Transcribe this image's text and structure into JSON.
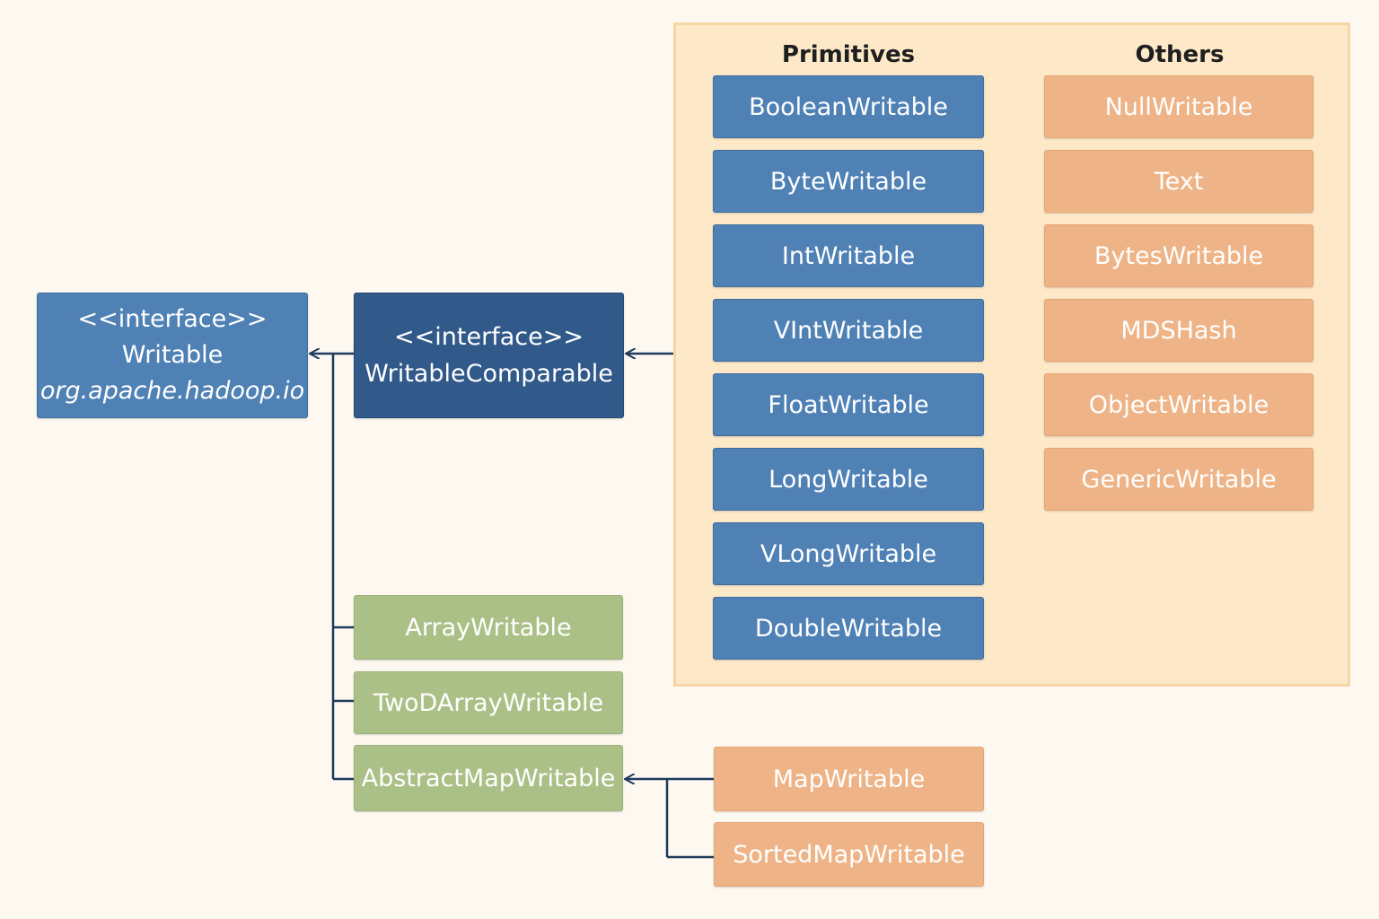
{
  "writable": {
    "stereotype": "<<interface>>",
    "name": "Writable",
    "package": "org.apache.hadoop.io"
  },
  "writable_comparable": {
    "stereotype": "<<interface>>",
    "name": "WritableComparable"
  },
  "primitives": {
    "heading": "Primitives",
    "items": [
      "BooleanWritable",
      "ByteWritable",
      "IntWritable",
      "VIntWritable",
      "FloatWritable",
      "LongWritable",
      "VLongWritable",
      "DoubleWritable"
    ]
  },
  "others": {
    "heading": "Others",
    "items": [
      "NullWritable",
      "Text",
      "BytesWritable",
      "MDSHash",
      "ObjectWritable",
      "GenericWritable"
    ]
  },
  "collections": {
    "items": [
      "ArrayWritable",
      "TwoDArrayWritable",
      "AbstractMapWritable"
    ]
  },
  "map_subclasses": {
    "items": [
      "MapWritable",
      "SortedMapWritable"
    ]
  },
  "colors": {
    "background": "#fdf8f0",
    "panel": "#fde8c8",
    "blue": "#4f81b5",
    "dark_blue": "#31598a",
    "orange": "#eeb487",
    "green": "#abc087",
    "connector": "#1e3a5c"
  }
}
